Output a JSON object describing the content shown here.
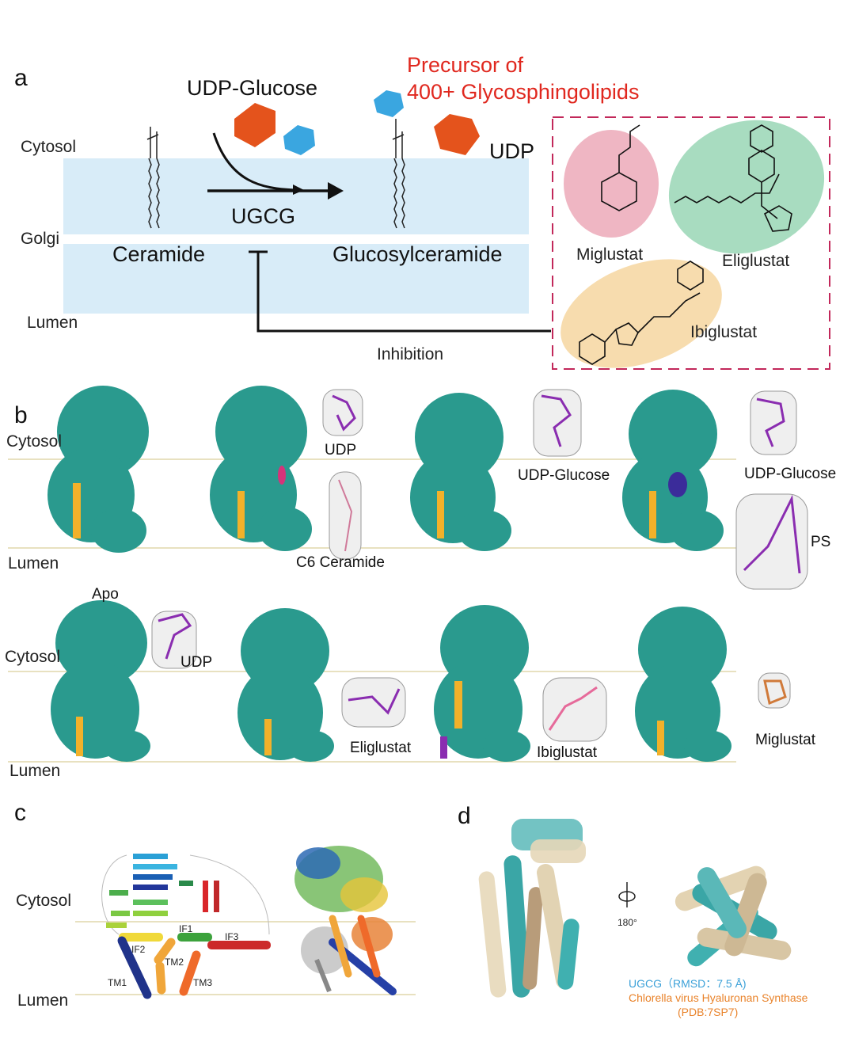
{
  "panel_a": {
    "letter": "a",
    "udp_glucose": "UDP-Glucose",
    "precursor_line1": "Precursor of",
    "precursor_line2": "400+ Glycosphingolipids",
    "cytosol": "Cytosol",
    "golgi": "Golgi",
    "lumen": "Lumen",
    "ugcg": "UGCG",
    "ceramide": "Ceramide",
    "glucosylceramide": "Glucosylceramide",
    "udp": "UDP",
    "inhibition": "Inhibition",
    "drugs": [
      "Miglustat",
      "Eliglustat",
      "Ibiglustat"
    ]
  },
  "panel_b": {
    "letter": "b",
    "cytosol": "Cytosol",
    "lumen": "Lumen",
    "apo": "Apo",
    "row1_labels": [
      "UDP",
      "C6 Ceramide",
      "UDP-Glucose",
      "UDP-Glucose",
      "PS"
    ],
    "row2_labels": [
      "UDP",
      "Eliglustat",
      "Ibiglustat",
      "Miglustat"
    ]
  },
  "panel_c": {
    "letter": "c",
    "cytosol": "Cytosol",
    "lumen": "Lumen",
    "helix_labels": [
      "IF1",
      "IF2",
      "IF3",
      "TM1",
      "TM2",
      "TM3"
    ]
  },
  "panel_d": {
    "letter": "d",
    "rotation": "180°",
    "legend_ugcg": "UGCG（RMSD：7.5 Å)",
    "legend_hs_line1": "Chlorella virus Hyaluronan Synthase",
    "legend_hs_line2": "(PDB:7SP7)"
  },
  "colors": {
    "membrane": "#d8ecf8",
    "density": "#2a9a8e",
    "accent_red": "#e0281f",
    "hex_orange": "#e4531c",
    "hex_blue": "#3aa6e0",
    "box_border": "#c2285a",
    "miglustat_bg": "#efb6c3",
    "eliglustat_bg": "#a8dcc0",
    "ibiglustat_bg": "#f7dcae"
  }
}
